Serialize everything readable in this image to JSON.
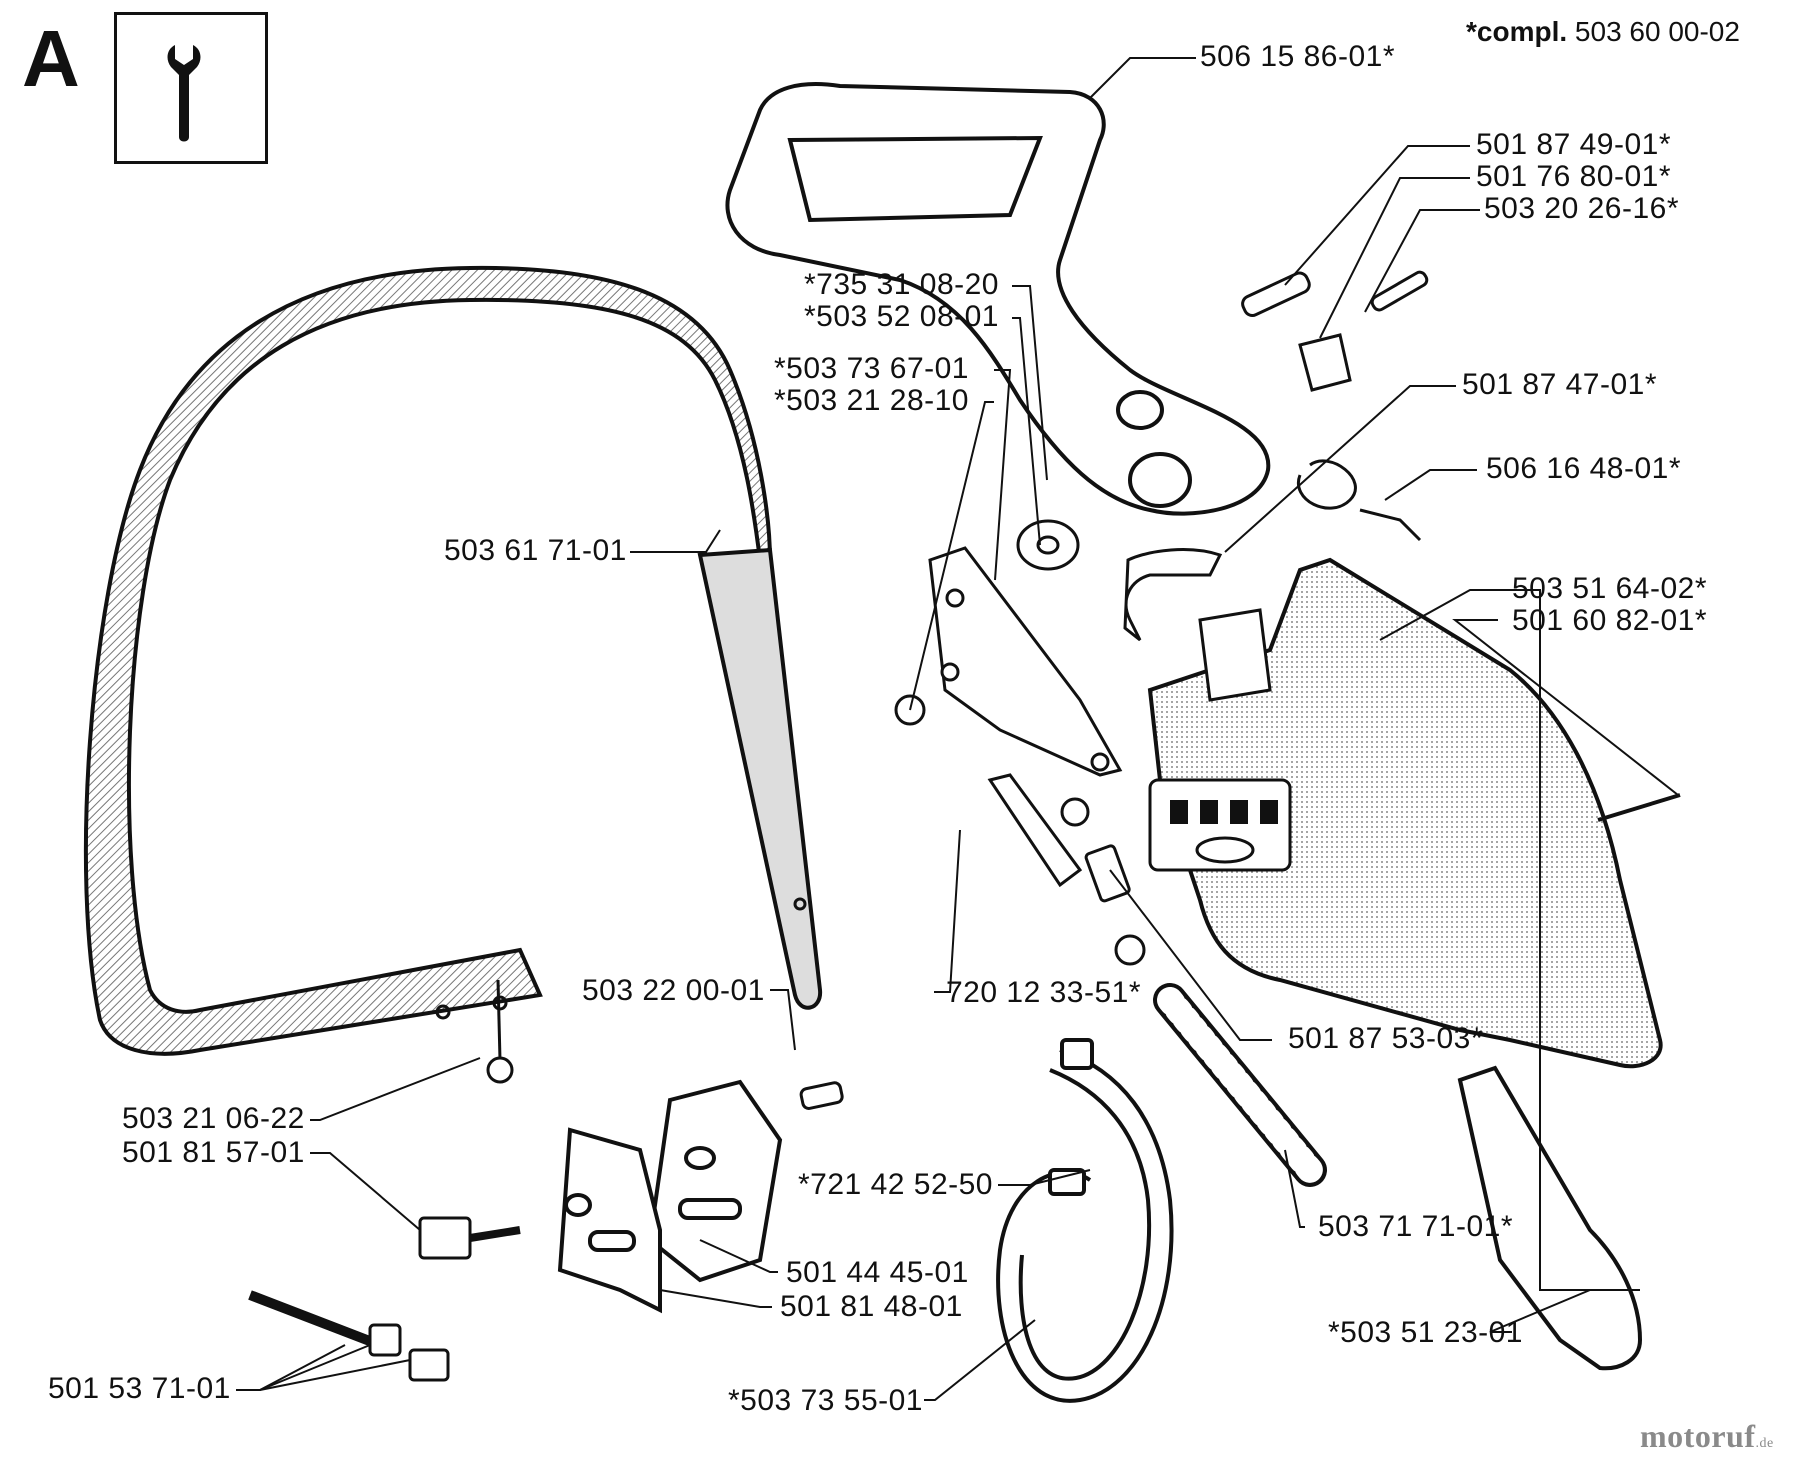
{
  "section": {
    "letter": "A",
    "icon": "wrench-icon"
  },
  "assembly_note": {
    "prefix": "*compl.",
    "number": "503 60 00-02"
  },
  "parts": {
    "p_506_15_86": "506 15 86-01*",
    "p_501_87_49": "501 87 49-01*",
    "p_501_76_80": "501 76 80-01*",
    "p_503_20_26": "503 20 26-16*",
    "p_735_31_08": "*735 31 08-20",
    "p_503_52_08": "*503 52 08-01",
    "p_503_73_67": "*503 73 67-01",
    "p_503_21_28": "*503 21 28-10",
    "p_501_87_47": "501 87 47-01*",
    "p_506_16_48": "506 16 48-01*",
    "p_503_61_71": "503 61 71-01",
    "p_503_51_64": "503 51 64-02*",
    "p_501_60_82": "501 60 82-01*",
    "p_503_22_00": "503 22 00-01",
    "p_720_12_33": "720 12 33-51*",
    "p_501_87_53": "501 87 53-03*",
    "p_503_21_06": "503 21 06-22",
    "p_501_81_57": "501 81 57-01",
    "p_721_42_52": "*721 42 52-50",
    "p_503_71_71": "503 71 71-01*",
    "p_501_44_45": "501 44 45-01",
    "p_501_81_48": "501 81 48-01",
    "p_503_51_23": "*503 51 23-01",
    "p_501_53_71": "501 53 71-01",
    "p_503_73_55": "*503 73 55-01"
  },
  "watermark": {
    "main": "motoruf",
    "suffix": ".de"
  },
  "colors": {
    "ink": "#111111",
    "rubber": "#9a9a9a",
    "housing": "#d8d8d8",
    "watermark": "#8a8a8a"
  }
}
